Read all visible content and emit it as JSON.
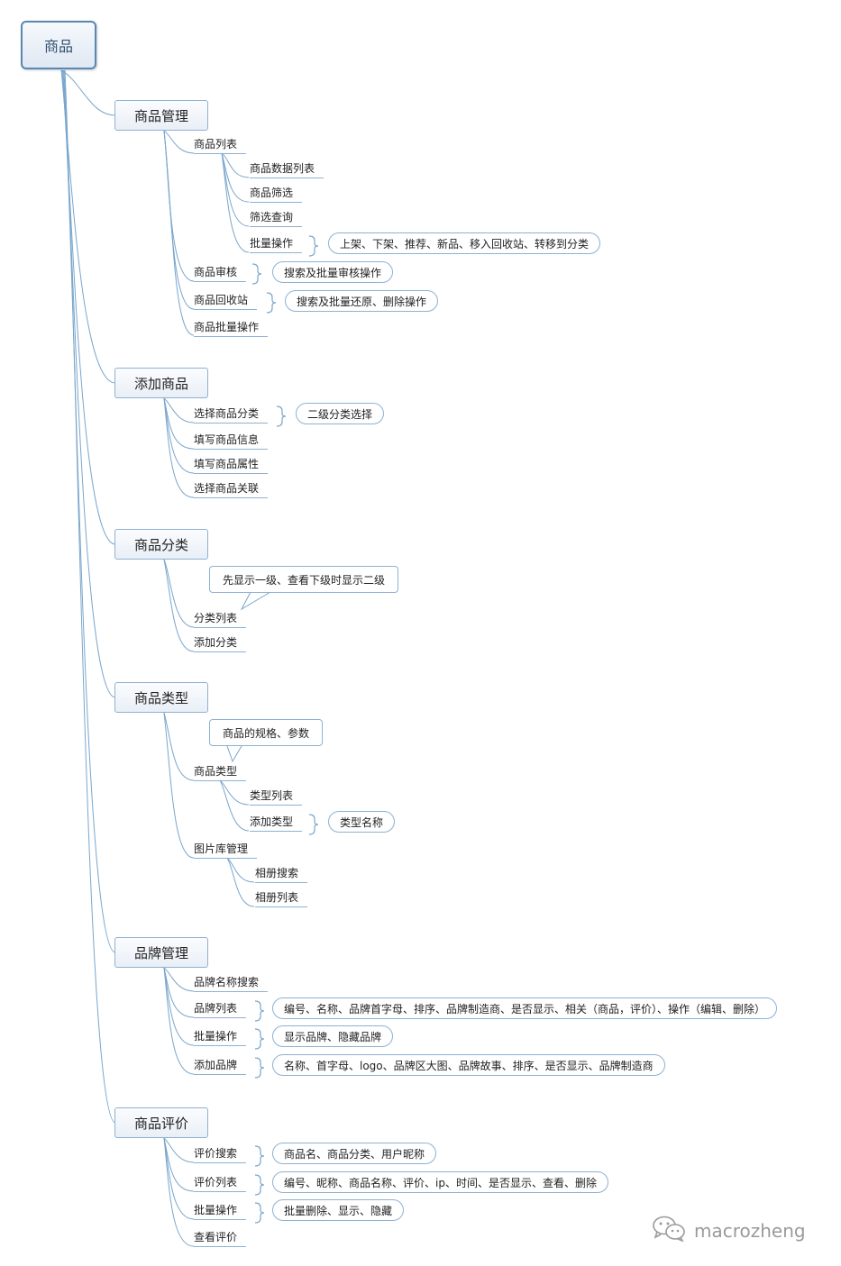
{
  "root": "商品",
  "sections": {
    "mgmt": "商品管理",
    "add": "添加商品",
    "cat": "商品分类",
    "type": "商品类型",
    "brand": "品牌管理",
    "review": "商品评价"
  },
  "mgmt": {
    "list": "商品列表",
    "list_data": "商品数据列表",
    "list_filter": "商品筛选",
    "list_query": "筛选查询",
    "batch": "批量操作",
    "batch_detail": "上架、下架、推荐、新品、移入回收站、转移到分类",
    "audit": "商品审核",
    "audit_detail": "搜索及批量审核操作",
    "recycle": "商品回收站",
    "recycle_detail": "搜索及批量还原、删除操作",
    "batch_ops": "商品批量操作"
  },
  "add": {
    "choose_cat": "选择商品分类",
    "choose_cat_detail": "二级分类选择",
    "fill_info": "填写商品信息",
    "fill_attr": "填写商品属性",
    "choose_rel": "选择商品关联"
  },
  "cat": {
    "note": "先显示一级、查看下级时显示二级",
    "list": "分类列表",
    "add": "添加分类"
  },
  "type": {
    "note": "商品的规格、参数",
    "type": "商品类型",
    "type_list": "类型列表",
    "type_add": "添加类型",
    "type_add_detail": "类型名称",
    "gallery": "图片库管理",
    "album_search": "相册搜索",
    "album_list": "相册列表"
  },
  "brand": {
    "search": "品牌名称搜索",
    "list": "品牌列表",
    "list_detail": "编号、名称、品牌首字母、排序、品牌制造商、是否显示、相关（商品，评价）、操作（编辑、删除）",
    "batch": "批量操作",
    "batch_detail": "显示品牌、隐藏品牌",
    "add": "添加品牌",
    "add_detail": "名称、首字母、logo、品牌区大图、品牌故事、排序、是否显示、品牌制造商"
  },
  "review": {
    "search": "评价搜索",
    "search_detail": "商品名、商品分类、用户昵称",
    "list": "评价列表",
    "list_detail": "编号、昵称、商品名称、评价、ip、时间、是否显示、查看、删除",
    "batch": "批量操作",
    "batch_detail": "批量删除、显示、隐藏",
    "view": "查看评价"
  },
  "watermark": {
    "text": "macrozheng",
    "icon": "wechat-icon"
  },
  "colors": {
    "connector": "#7aa6cc",
    "node_border": "#8eb1d2",
    "root_border": "#5b86ad",
    "watermark": "#9a9a9a"
  }
}
